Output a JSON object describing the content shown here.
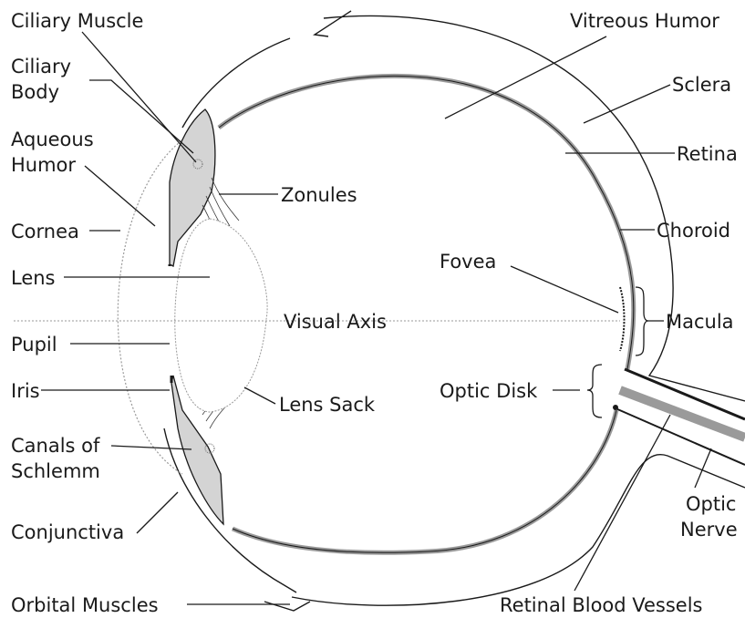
{
  "labels": {
    "ciliary_muscle": "Ciliary Muscle",
    "ciliary_body_1": "Ciliary",
    "ciliary_body_2": "Body",
    "aqueous_humor_1": "Aqueous",
    "aqueous_humor_2": "Humor",
    "cornea": "Cornea",
    "lens": "Lens",
    "pupil": "Pupil",
    "iris": "Iris",
    "canals_of_schlemm_1": "Canals of",
    "canals_of_schlemm_2": "Schlemm",
    "conjunctiva": "Conjunctiva",
    "orbital_muscles": "Orbital Muscles",
    "zonules": "Zonules",
    "visual_axis": "Visual Axis",
    "lens_sack": "Lens Sack",
    "vitreous_humor": "Vitreous Humor",
    "sclera": "Sclera",
    "retina": "Retina",
    "choroid": "Choroid",
    "fovea": "Fovea",
    "macula": "Macula",
    "optic_disk": "Optic Disk",
    "optic_nerve_1": "Optic",
    "optic_nerve_2": "Nerve",
    "retinal_blood_vessels": "Retinal Blood Vessels"
  },
  "colors": {
    "background": "#ffffff",
    "line": "#1a1a1a",
    "tissue_gray": "#d4d4d4",
    "retina_gray": "#9a9a9a",
    "dotted_axis": "#9a9a9a"
  }
}
